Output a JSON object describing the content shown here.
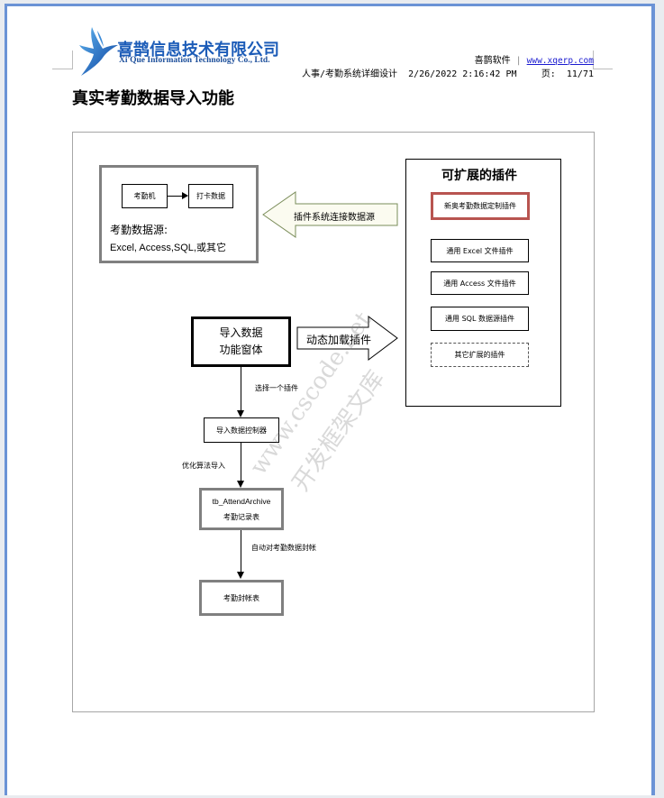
{
  "header": {
    "company_cn": "喜鹊信息技术有限公司",
    "company_en": "Xi'Que Information Technology Co., Ltd.",
    "brand": "喜鹊软件",
    "separator": "|",
    "website": "www.xqerp.com",
    "doc_title": "人事/考勤系统详细设计",
    "timestamp": "2/26/2022 2:16:42 PM",
    "page_label": "页:",
    "page_number": "11/71"
  },
  "section_title": "真实考勤数据导入功能",
  "diagram": {
    "source_group": {
      "device": "考勤机",
      "punch_data": "打卡数据",
      "source_label": "考勤数据源:",
      "source_types": "Excel, Access,SQL,或其它"
    },
    "connect_arrow_label": "插件系统连接数据源",
    "plugins_panel": {
      "title": "可扩展的插件",
      "items": [
        {
          "label": "新奥考勤数据定制插件",
          "style": "highlight"
        },
        {
          "label": "通用 Excel  文件插件",
          "style": "solid"
        },
        {
          "label": "通用 Access  文件插件",
          "style": "solid"
        },
        {
          "label": "通用 SQL 数据源插件",
          "style": "solid"
        },
        {
          "label": "其它扩展的插件",
          "style": "dashed"
        }
      ]
    },
    "import_form": {
      "line1": "导入数据",
      "line2": "功能窗体"
    },
    "load_arrow_label": "动态加载插件",
    "flow": {
      "step1_label": "选择一个插件",
      "controller": "导入数据控制器",
      "step2_label": "优化算法导入",
      "archive_table": "tb_AttendArchive",
      "archive_table_cn": "考勤记录表",
      "step3_label": "自动对考勤数据封帐",
      "closing_table": "考勤封帐表"
    }
  },
  "watermark": {
    "line1": "www.cscode.net",
    "line2": "开发框架文库"
  },
  "colors": {
    "page_border": "#6b93d6",
    "logo_blue": "#1c5cb8",
    "highlight_border": "#b85450",
    "arrow_fill": "#fbfbf0",
    "arrow_stroke": "#7a8c5a"
  }
}
